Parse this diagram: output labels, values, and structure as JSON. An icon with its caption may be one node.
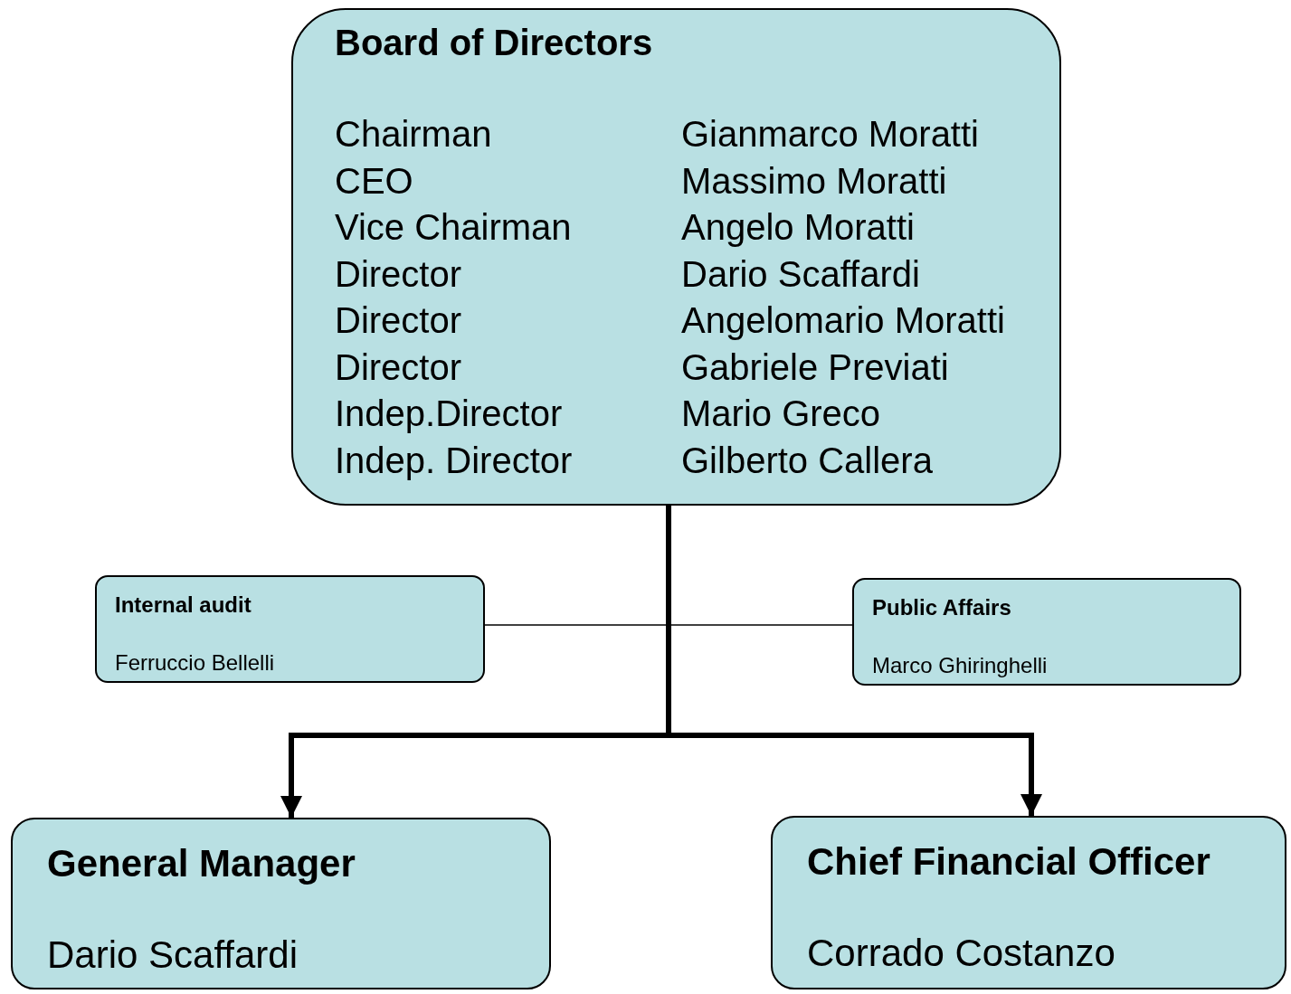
{
  "diagram": {
    "nodes": [
      {
        "text": [
          "Board of Directors",
          "Chairman",
          "Gianmarco Moratti",
          "CEO",
          "Massimo Moratti",
          "Vice Chairman",
          "Angelo Moratti",
          "Director",
          "Dario Scaffardi",
          "Director",
          "Angelomario Moratti",
          "Director",
          "Gabriele Previati",
          "Indep.Director",
          "Mario Greco",
          "Indep. Director",
          "Gilberto Callera"
        ]
      },
      {
        "text": [
          "Internal audit",
          "Ferruccio Bellelli"
        ]
      },
      {
        "text": [
          "Public Affairs",
          "Marco Ghiringhelli"
        ]
      },
      {
        "text": [
          "General Manager",
          "Dario Scaffardi"
        ]
      },
      {
        "text": [
          "Chief Financial Officer",
          "Corrado Costanzo"
        ]
      }
    ],
    "edges": [
      {
        "from": 0,
        "to": 1,
        "arrow": "none"
      },
      {
        "from": 0,
        "to": 2,
        "arrow": "none"
      },
      {
        "from": 0,
        "to": 3,
        "arrow": "to",
        "style": "thick"
      },
      {
        "from": 0,
        "to": 4,
        "arrow": "to",
        "style": "thick"
      }
    ]
  }
}
